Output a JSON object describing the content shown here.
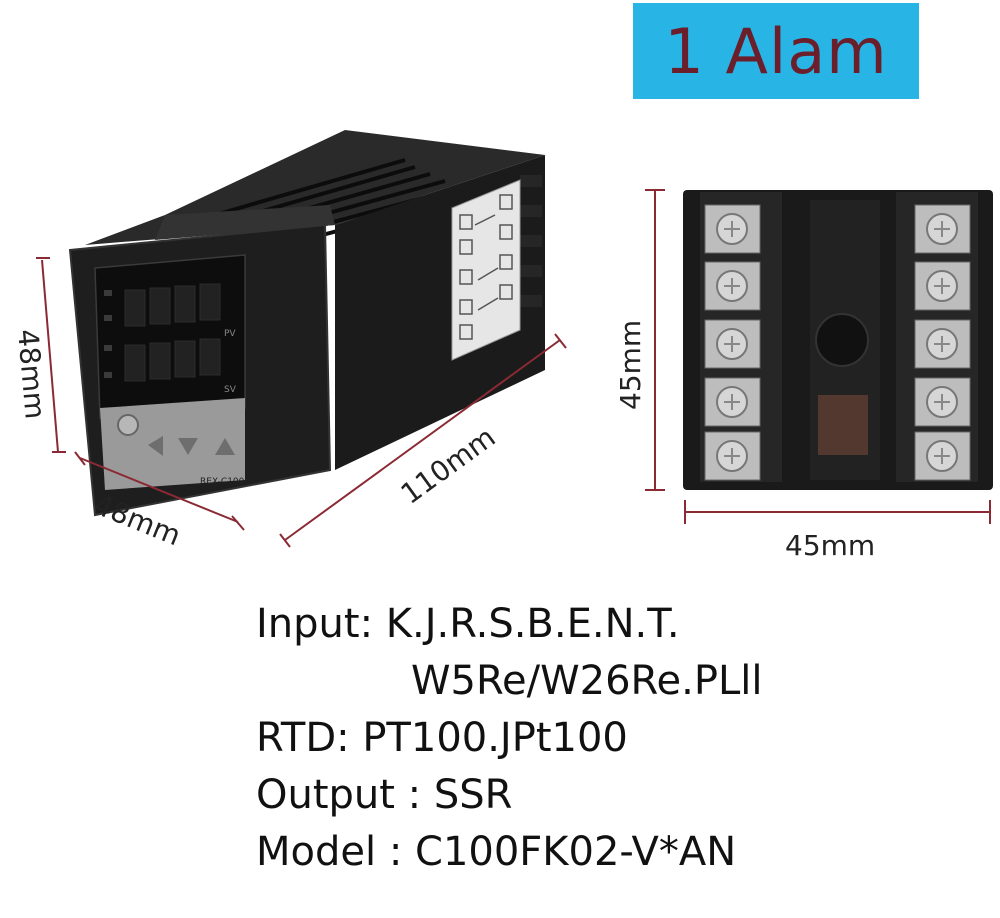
{
  "badge": {
    "label": "1 Alam"
  },
  "dimensions": {
    "front_height": "48mm",
    "front_width": "48mm",
    "depth": "110mm",
    "rear_height": "45mm",
    "rear_width": "45mm"
  },
  "device": {
    "model_marking": "REX-C100",
    "pv_label": "PV",
    "sv_label": "SV"
  },
  "specs": {
    "input_label": "Input:",
    "input_value": "K.J.R.S.B.E.N.T.",
    "input_value_cont": "W5Re/W26Re.PLll",
    "rtd_label": "RTD:",
    "rtd_value": "PT100.JPt100",
    "output_label": "Output :",
    "output_value": "SSR",
    "model_label": "Model :",
    "model_value": "C100FK02-V*AN"
  },
  "colors": {
    "badge_bg": "#29b4e6",
    "badge_text": "#6b1f2a",
    "dimension_lines": "#8b2a35"
  }
}
